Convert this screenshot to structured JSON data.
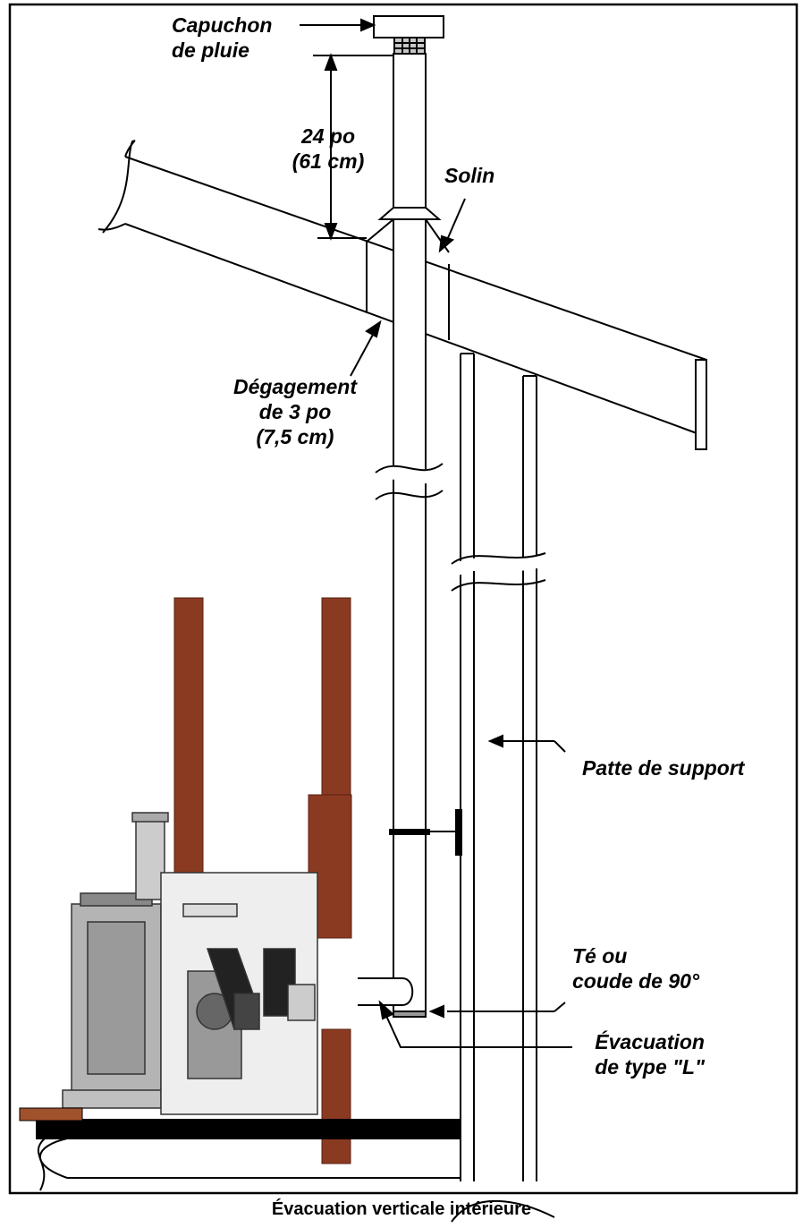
{
  "labels": {
    "rain_cap": [
      "Capuchon",
      "de pluie"
    ],
    "height_clearance": [
      "24 po",
      "(61 cm)"
    ],
    "flashing": "Solin",
    "side_clearance": [
      "Dégagement",
      "de 3 po",
      "(7,5 cm)"
    ],
    "support_bracket": "Patte de support",
    "tee_elbow": [
      "Té ou",
      "coude de 90°"
    ],
    "l_vent": [
      "Évacuation",
      "de type \"L\""
    ]
  },
  "caption": "Évacuation verticale intérieure",
  "colors": {
    "line": "#000000",
    "brick": "#8b3a22",
    "stove_gray": "#a0a0a0",
    "floor_black": "#000000",
    "hearth_brown": "#a0522d"
  }
}
